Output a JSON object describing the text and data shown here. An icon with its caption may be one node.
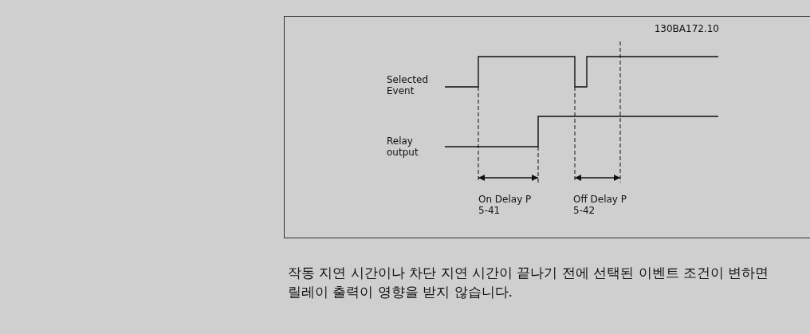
{
  "diagram": {
    "caption": "작동 지연 시간이나 차단 지연 시간이 끝나기 전에 선택된 이벤트 조건이 변하면 릴레이 출력이 영향을 받지 않습니다.",
    "labels": [
      "130BA172.10",
      "Selected Event",
      "Relay output",
      "On Delay P 5-41",
      "Off Delay P 5-42"
    ]
  }
}
